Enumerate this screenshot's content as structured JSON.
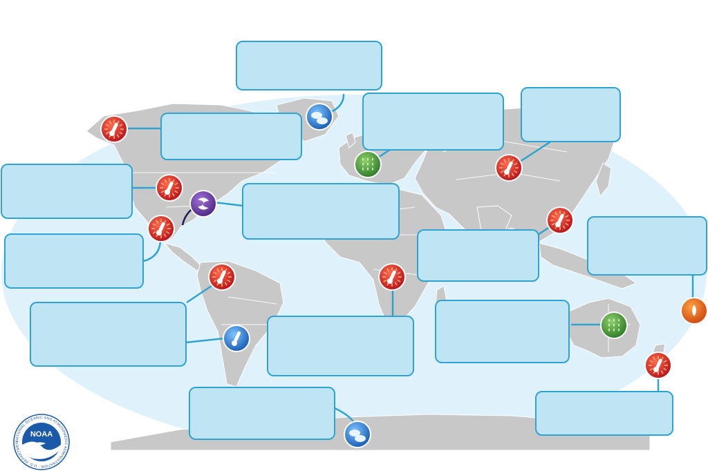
{
  "colors": {
    "ocean": "#dff1fa",
    "land": "#c8c8c8",
    "border": "#ffffff",
    "callout_fill": "#bfe4f3",
    "callout_stroke": "#2ea3d2",
    "heat": "#d62b27",
    "drought": "#e8661a",
    "cold": "#2b7fd0",
    "precip": "#3e9a3a",
    "hurricane": "#6a3a9e",
    "noaa_blue": "#1a5aa8"
  },
  "callouts": [
    {
      "name": "callout-arctic",
      "text": ""
    },
    {
      "name": "callout-alaska",
      "text": ""
    },
    {
      "name": "callout-europe",
      "text": ""
    },
    {
      "name": "callout-china",
      "text": ""
    },
    {
      "name": "callout-us",
      "text": ""
    },
    {
      "name": "callout-atlantic-hurricane",
      "text": ""
    },
    {
      "name": "callout-mexico",
      "text": ""
    },
    {
      "name": "callout-south-asia",
      "text": ""
    },
    {
      "name": "callout-pacific",
      "text": ""
    },
    {
      "name": "callout-south-america",
      "text": ""
    },
    {
      "name": "callout-africa",
      "text": ""
    },
    {
      "name": "callout-australia",
      "text": ""
    },
    {
      "name": "callout-argentina",
      "text": ""
    },
    {
      "name": "callout-antarctica",
      "text": ""
    },
    {
      "name": "callout-new-zealand",
      "text": ""
    }
  ],
  "markers": [
    {
      "name": "alaska-heat-icon",
      "type": "heat"
    },
    {
      "name": "arctic-cold-icon",
      "type": "cold"
    },
    {
      "name": "europe-precip-icon",
      "type": "precip"
    },
    {
      "name": "china-heat-icon",
      "type": "heat"
    },
    {
      "name": "us-heat-icon",
      "type": "heat"
    },
    {
      "name": "hurricane-icon",
      "type": "hurricane"
    },
    {
      "name": "mexico-heat-icon",
      "type": "heat"
    },
    {
      "name": "se-asia-heat-icon",
      "type": "heat"
    },
    {
      "name": "pacific-drought-icon",
      "type": "drought"
    },
    {
      "name": "south-america-heat-icon",
      "type": "heat"
    },
    {
      "name": "africa-heat-icon",
      "type": "heat"
    },
    {
      "name": "australia-precip-icon",
      "type": "precip"
    },
    {
      "name": "argentina-cold-icon",
      "type": "cold"
    },
    {
      "name": "antarctica-cold-icon",
      "type": "cold"
    },
    {
      "name": "new-zealand-heat-icon",
      "type": "heat"
    }
  ],
  "logo": {
    "title": "NOAA",
    "ring_text": "NATIONAL OCEANIC AND ATMOSPHERIC ADMINISTRATION · U.S. DEPARTMENT OF COMMERCE"
  }
}
